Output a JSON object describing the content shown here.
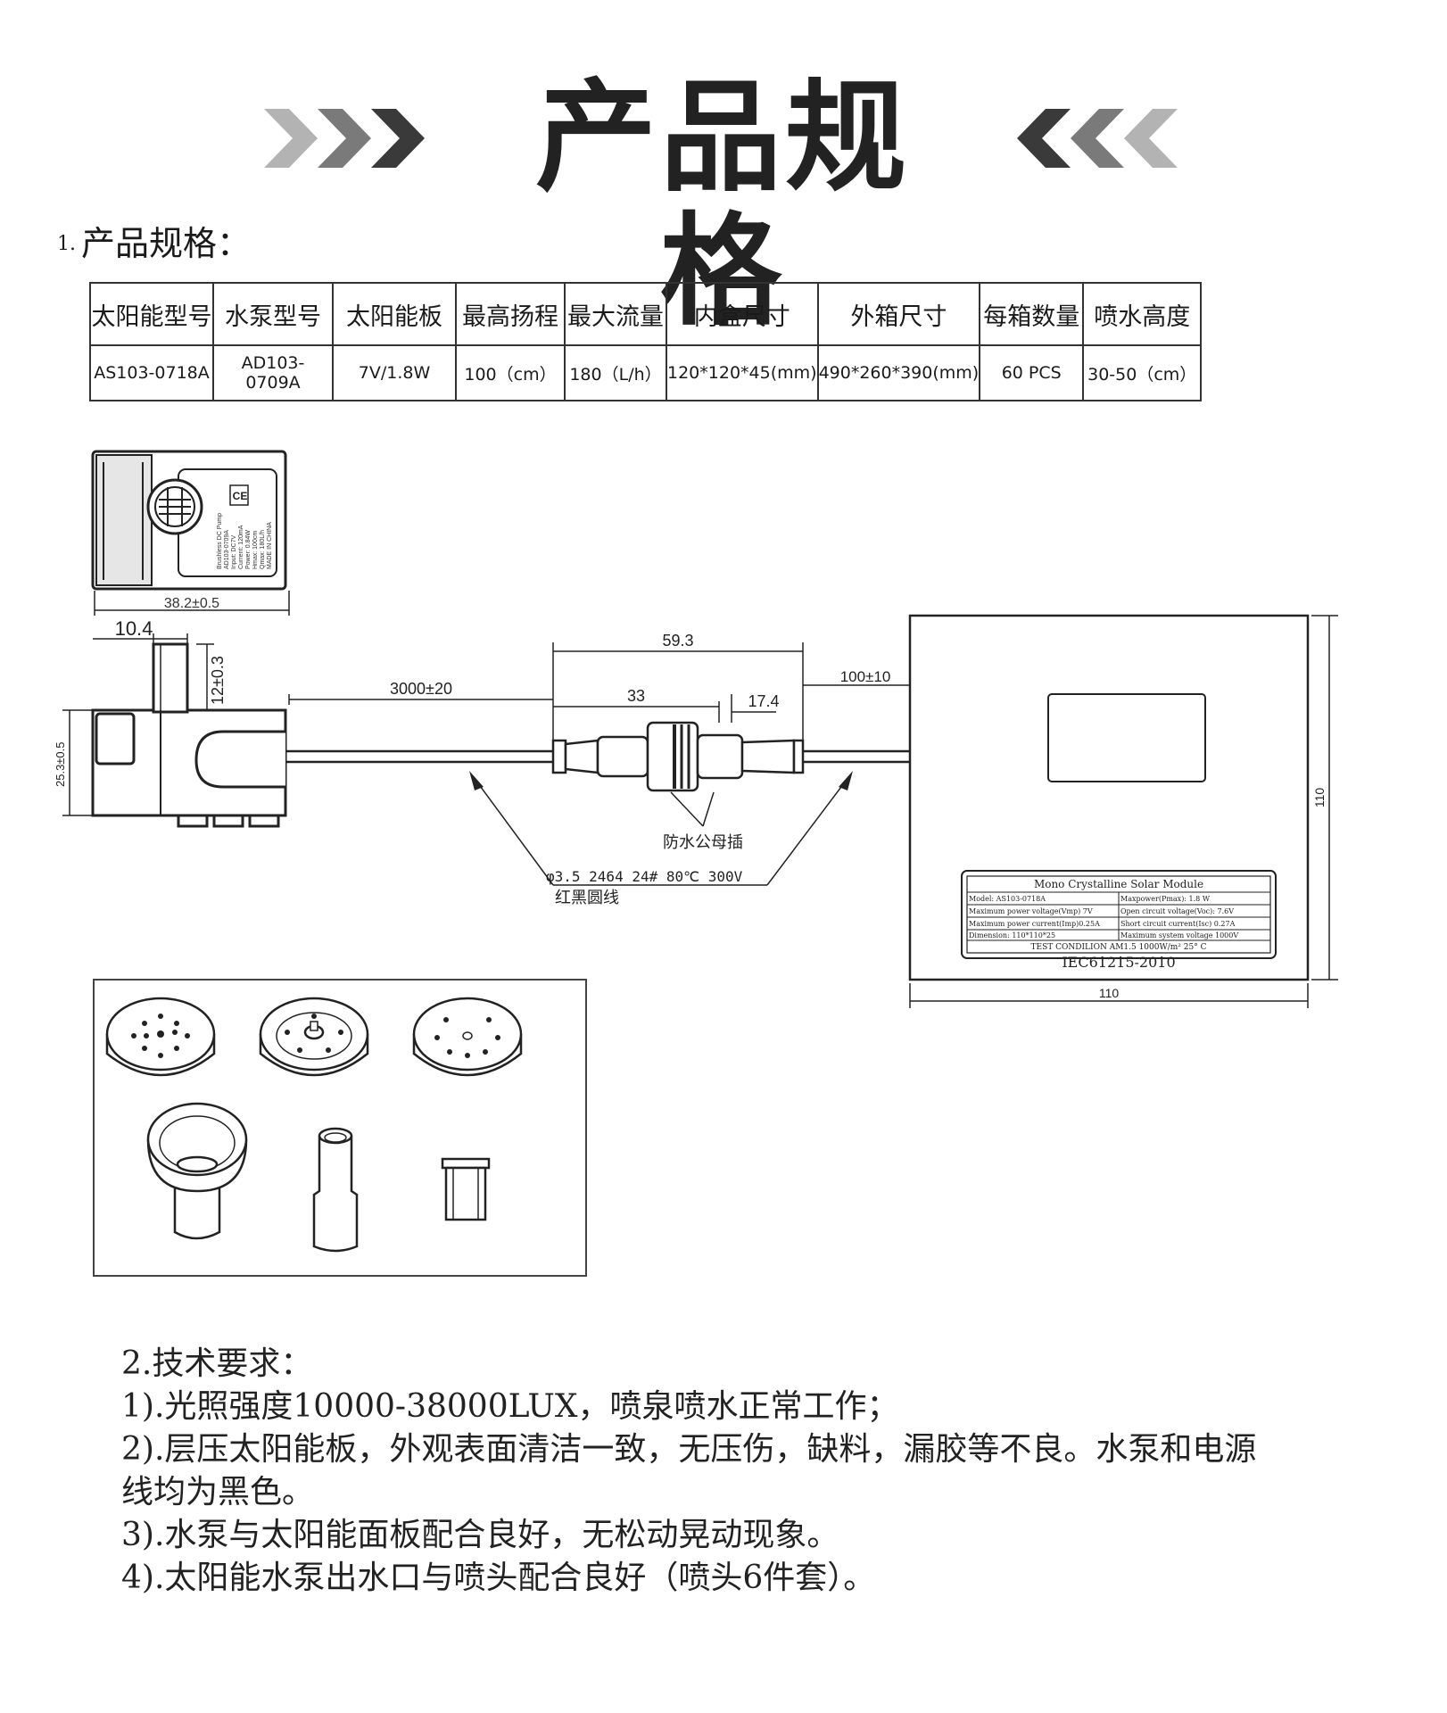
{
  "page_title": "产品规格",
  "section1": {
    "number": "1.",
    "label": "产品规格："
  },
  "spec_table": {
    "headers": [
      "太阳能型号",
      "水泵型号",
      "太阳能板",
      "最高扬程",
      "最大流量",
      "内盒尺寸",
      "外箱尺寸",
      "每箱数量",
      "喷水高度"
    ],
    "values": [
      "AS103-0718A",
      "AD103-0709A",
      "7V/1.8W",
      "100（cm）",
      "180（L/h）",
      "120*120*45(mm)",
      "490*260*390(mm)",
      "60 PCS",
      "30-50（cm）"
    ]
  },
  "drawing": {
    "pump_width_dim": "38.2±0.5",
    "outlet_width_dim": "10.4",
    "outlet_height_dim": "12±0.3",
    "pump_height_dim": "25.3±0.5",
    "cable_length_dim": "3000±20",
    "connector_total_dim": "59.3",
    "connector_left_dim": "33",
    "connector_right_dim": "17.4",
    "lead_length_dim": "100±10",
    "connector_label": "防水公母插",
    "cable_spec": "φ3.5 2464 24# 80℃ 300V",
    "cable_color": "红黑圆线",
    "panel_width_dim": "110",
    "panel_height_dim": "110",
    "pump_label_lines": [
      "Brushless DC Pump",
      "AD103-0709A",
      "Input: DC7V",
      "Current: 120mA",
      "Power: 0.84W",
      "Hmax: 100cm",
      "Qmax: 180L/h",
      "MADE IN CHINA"
    ],
    "nameplate": {
      "title": "Mono Crystalline Solar Module",
      "rows": [
        [
          "Model:     AS103-0718A",
          "Maxpower(Pmax):   1.8 W"
        ],
        [
          "Maximum power voltage(Vmp) 7V",
          "Open circuit voltage(Voc):  7.6V"
        ],
        [
          "Maximum power current(Imp)0.25A",
          "Short circuit current(Isc) 0.27A"
        ],
        [
          "Dimension:   110*110*25",
          "Maximum system voltage 1000V"
        ]
      ],
      "test_condition": "TEST CONDILION   AM1.5   1000W/m²  25° C",
      "standard": "IEC61215-2010"
    }
  },
  "tech": {
    "heading": "2.技术要求：",
    "lines": [
      "1).光照强度10000-38000LUX，喷泉喷水正常工作；",
      "2).层压太阳能板，外观表面清洁一致，无压伤，缺料，漏胶等不良。水泵和电源",
      "线均为黑色。",
      "3).水泵与太阳能面板配合良好，无松动晃动现象。",
      "4).太阳能水泵出水口与喷头配合良好（喷头6件套）。"
    ]
  },
  "colors": {
    "chevron_dark": "#3a3a3a",
    "chevron_mid": "#7a7a7a",
    "chevron_light": "#b3b3b3"
  }
}
